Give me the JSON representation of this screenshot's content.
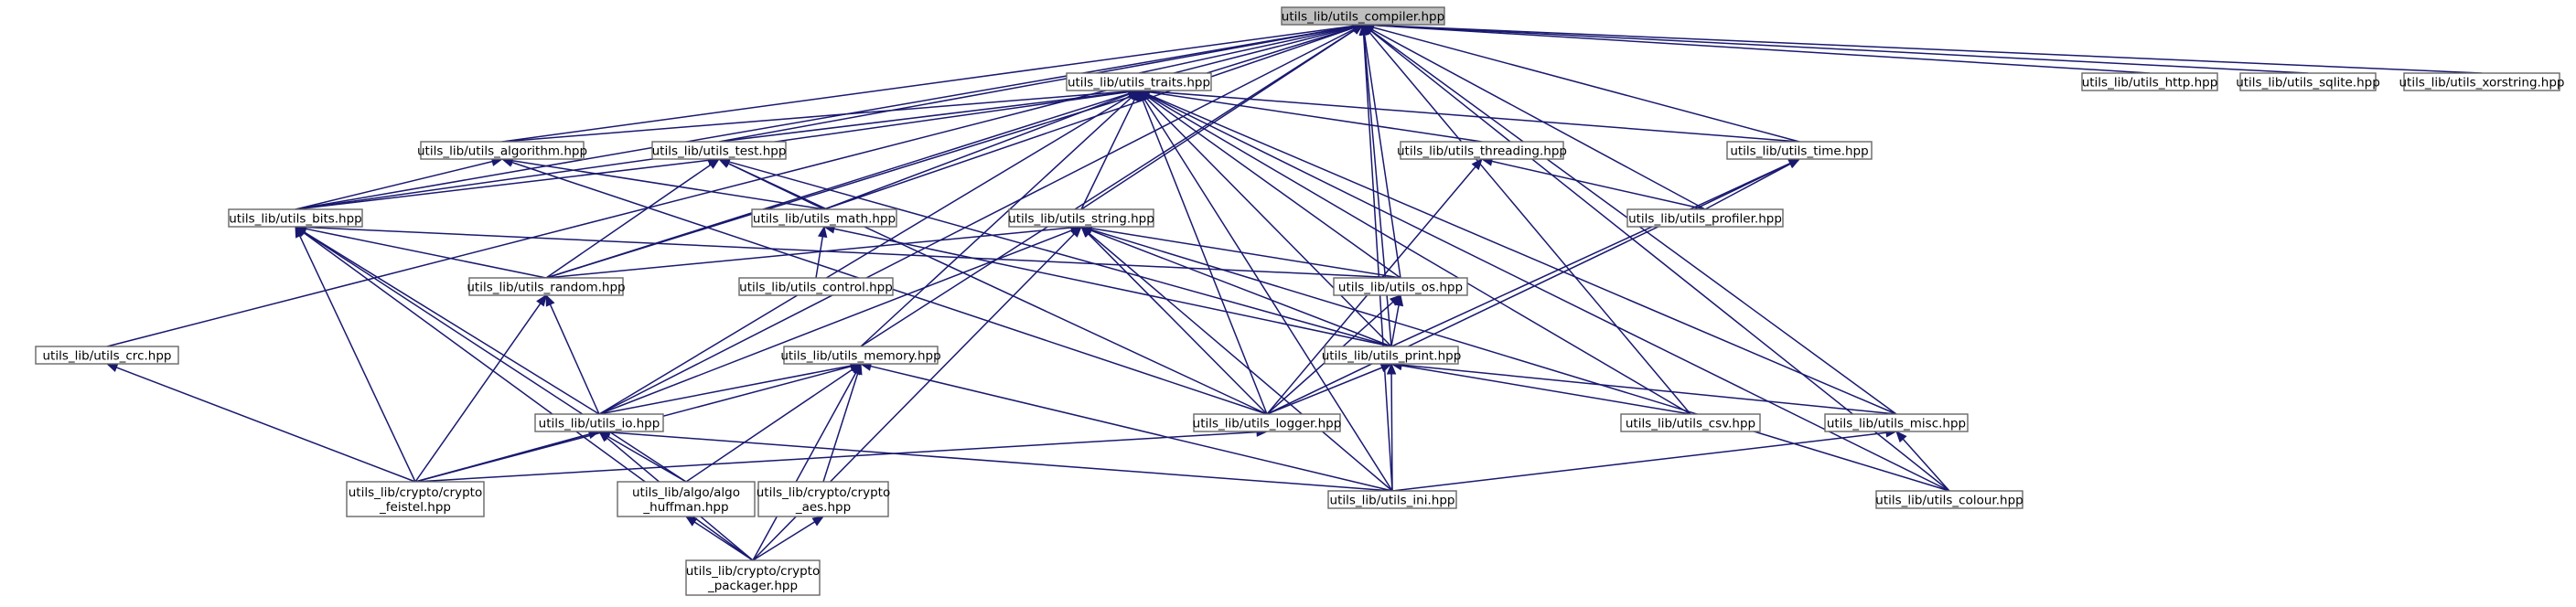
{
  "graph": {
    "title": "",
    "nodes": [
      {
        "id": "compiler",
        "lines": [
          "utils_lib/utils_compiler.hpp"
        ],
        "root": true
      },
      {
        "id": "traits",
        "lines": [
          "utils_lib/utils_traits.hpp"
        ]
      },
      {
        "id": "http",
        "lines": [
          "utils_lib/utils_http.hpp"
        ]
      },
      {
        "id": "sqlite",
        "lines": [
          "utils_lib/utils_sqlite.hpp"
        ]
      },
      {
        "id": "xorstring",
        "lines": [
          "utils_lib/utils_xorstring.hpp"
        ]
      },
      {
        "id": "algorithm",
        "lines": [
          "utils_lib/utils_algorithm.hpp"
        ]
      },
      {
        "id": "test",
        "lines": [
          "utils_lib/utils_test.hpp"
        ]
      },
      {
        "id": "threading",
        "lines": [
          "utils_lib/utils_threading.hpp"
        ]
      },
      {
        "id": "time",
        "lines": [
          "utils_lib/utils_time.hpp"
        ]
      },
      {
        "id": "bits",
        "lines": [
          "utils_lib/utils_bits.hpp"
        ]
      },
      {
        "id": "math",
        "lines": [
          "utils_lib/utils_math.hpp"
        ]
      },
      {
        "id": "string",
        "lines": [
          "utils_lib/utils_string.hpp"
        ]
      },
      {
        "id": "profiler",
        "lines": [
          "utils_lib/utils_profiler.hpp"
        ]
      },
      {
        "id": "random",
        "lines": [
          "utils_lib/utils_random.hpp"
        ]
      },
      {
        "id": "control",
        "lines": [
          "utils_lib/utils_control.hpp"
        ]
      },
      {
        "id": "os",
        "lines": [
          "utils_lib/utils_os.hpp"
        ]
      },
      {
        "id": "crc",
        "lines": [
          "utils_lib/utils_crc.hpp"
        ]
      },
      {
        "id": "memory",
        "lines": [
          "utils_lib/utils_memory.hpp"
        ]
      },
      {
        "id": "print",
        "lines": [
          "utils_lib/utils_print.hpp"
        ]
      },
      {
        "id": "io",
        "lines": [
          "utils_lib/utils_io.hpp"
        ]
      },
      {
        "id": "logger",
        "lines": [
          "utils_lib/utils_logger.hpp"
        ]
      },
      {
        "id": "csv",
        "lines": [
          "utils_lib/utils_csv.hpp"
        ]
      },
      {
        "id": "misc",
        "lines": [
          "utils_lib/utils_misc.hpp"
        ]
      },
      {
        "id": "feistel",
        "lines": [
          "utils_lib/crypto/crypto",
          "_feistel.hpp"
        ]
      },
      {
        "id": "huffman",
        "lines": [
          "utils_lib/algo/algo",
          "_huffman.hpp"
        ]
      },
      {
        "id": "aes",
        "lines": [
          "utils_lib/crypto/crypto",
          "_aes.hpp"
        ]
      },
      {
        "id": "ini",
        "lines": [
          "utils_lib/utils_ini.hpp"
        ]
      },
      {
        "id": "colour",
        "lines": [
          "utils_lib/utils_colour.hpp"
        ]
      },
      {
        "id": "packager",
        "lines": [
          "utils_lib/crypto/crypto",
          "_packager.hpp"
        ]
      }
    ],
    "edges": [
      [
        "traits",
        "compiler"
      ],
      [
        "http",
        "compiler"
      ],
      [
        "sqlite",
        "compiler"
      ],
      [
        "xorstring",
        "compiler"
      ],
      [
        "algorithm",
        "compiler"
      ],
      [
        "test",
        "compiler"
      ],
      [
        "time",
        "compiler"
      ],
      [
        "bits",
        "compiler"
      ],
      [
        "math",
        "compiler"
      ],
      [
        "string",
        "compiler"
      ],
      [
        "profiler",
        "compiler"
      ],
      [
        "random",
        "compiler"
      ],
      [
        "os",
        "compiler"
      ],
      [
        "crc",
        "compiler"
      ],
      [
        "memory",
        "compiler"
      ],
      [
        "print",
        "compiler"
      ],
      [
        "io",
        "compiler"
      ],
      [
        "csv",
        "compiler"
      ],
      [
        "misc",
        "compiler"
      ],
      [
        "ini",
        "compiler"
      ],
      [
        "colour",
        "compiler"
      ],
      [
        "algorithm",
        "traits"
      ],
      [
        "test",
        "traits"
      ],
      [
        "threading",
        "traits"
      ],
      [
        "time",
        "traits"
      ],
      [
        "bits",
        "traits"
      ],
      [
        "math",
        "traits"
      ],
      [
        "string",
        "traits"
      ],
      [
        "random",
        "traits"
      ],
      [
        "os",
        "traits"
      ],
      [
        "print",
        "traits"
      ],
      [
        "io",
        "traits"
      ],
      [
        "memory",
        "traits"
      ],
      [
        "logger",
        "traits"
      ],
      [
        "csv",
        "traits"
      ],
      [
        "misc",
        "traits"
      ],
      [
        "ini",
        "traits"
      ],
      [
        "colour",
        "traits"
      ],
      [
        "bits",
        "algorithm"
      ],
      [
        "math",
        "algorithm"
      ],
      [
        "logger",
        "algorithm"
      ],
      [
        "bits",
        "test"
      ],
      [
        "math",
        "test"
      ],
      [
        "random",
        "test"
      ],
      [
        "print",
        "test"
      ],
      [
        "logger",
        "test"
      ],
      [
        "profiler",
        "threading"
      ],
      [
        "logger",
        "threading"
      ],
      [
        "profiler",
        "time"
      ],
      [
        "print",
        "time"
      ],
      [
        "logger",
        "time"
      ],
      [
        "random",
        "bits"
      ],
      [
        "io",
        "bits"
      ],
      [
        "feistel",
        "bits"
      ],
      [
        "huffman",
        "bits"
      ],
      [
        "os",
        "bits"
      ],
      [
        "control",
        "math"
      ],
      [
        "print",
        "math"
      ],
      [
        "random",
        "string"
      ],
      [
        "io",
        "string"
      ],
      [
        "os",
        "string"
      ],
      [
        "print",
        "string"
      ],
      [
        "logger",
        "string"
      ],
      [
        "ini",
        "string"
      ],
      [
        "packager",
        "string"
      ],
      [
        "colour",
        "string"
      ],
      [
        "io",
        "random"
      ],
      [
        "feistel",
        "random"
      ],
      [
        "print",
        "os"
      ],
      [
        "logger",
        "os"
      ],
      [
        "feistel",
        "crc"
      ],
      [
        "io",
        "memory"
      ],
      [
        "feistel",
        "memory"
      ],
      [
        "huffman",
        "memory"
      ],
      [
        "aes",
        "memory"
      ],
      [
        "packager",
        "memory"
      ],
      [
        "ini",
        "memory"
      ],
      [
        "logger",
        "print"
      ],
      [
        "csv",
        "print"
      ],
      [
        "misc",
        "print"
      ],
      [
        "ini",
        "print"
      ],
      [
        "feistel",
        "io"
      ],
      [
        "huffman",
        "io"
      ],
      [
        "packager",
        "io"
      ],
      [
        "ini",
        "io"
      ],
      [
        "feistel",
        "logger"
      ],
      [
        "ini",
        "misc"
      ],
      [
        "colour",
        "misc"
      ],
      [
        "packager",
        "huffman"
      ],
      [
        "packager",
        "aes"
      ],
      [
        "packager",
        "bits"
      ]
    ]
  }
}
